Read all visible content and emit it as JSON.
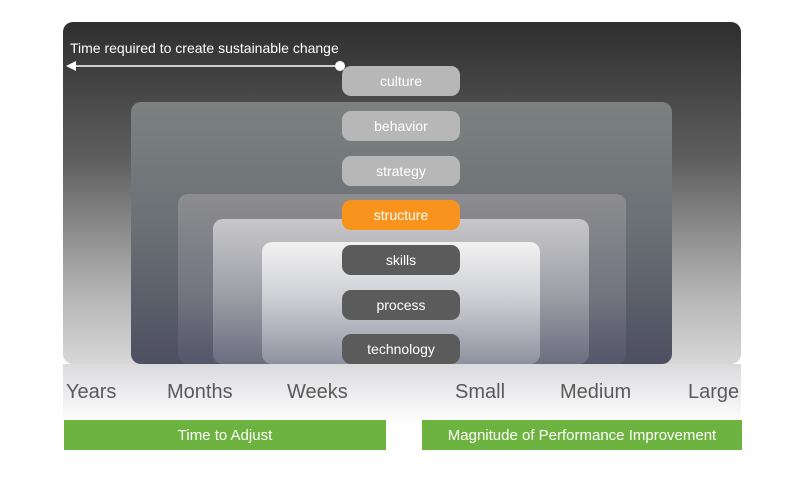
{
  "arrow": {
    "label": "Time required to create sustainable change"
  },
  "layers": [
    {
      "label": "culture",
      "style": "light"
    },
    {
      "label": "behavior",
      "style": "light"
    },
    {
      "label": "strategy",
      "style": "light"
    },
    {
      "label": "structure",
      "style": "accent"
    },
    {
      "label": "skills",
      "style": "dark"
    },
    {
      "label": "process",
      "style": "dark"
    },
    {
      "label": "technology",
      "style": "dark"
    }
  ],
  "scale": {
    "time": [
      "Years",
      "Months",
      "Weeks"
    ],
    "magnitude": [
      "Small",
      "Medium",
      "Large"
    ]
  },
  "bars": {
    "time": "Time to Adjust",
    "magnitude": "Magnitude of Performance Improvement"
  },
  "colors": {
    "accent": "#f8941d",
    "bar_green": "#6cb33f"
  }
}
